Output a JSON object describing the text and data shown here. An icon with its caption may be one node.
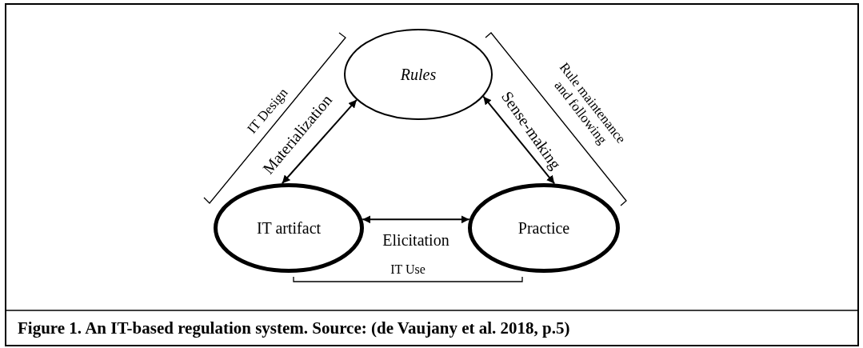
{
  "diagram": {
    "caption": "Figure 1. An IT-based regulation system. Source: (de Vaujany et al. 2018, p.5)",
    "nodes": [
      {
        "text": [
          "Rules"
        ]
      },
      {
        "text": [
          "IT artifact"
        ]
      },
      {
        "text": [
          "Practice"
        ]
      }
    ],
    "edges": [
      {
        "from": 1,
        "to": 0,
        "arrow": "both",
        "label": "Materialization"
      },
      {
        "from": 0,
        "to": 2,
        "arrow": "both",
        "label": "Sense-making"
      },
      {
        "from": 1,
        "to": 2,
        "arrow": "both",
        "label": "Elicitation"
      }
    ],
    "labels": [
      "IT Design",
      "Rule maintenance and following",
      "IT Use"
    ]
  }
}
